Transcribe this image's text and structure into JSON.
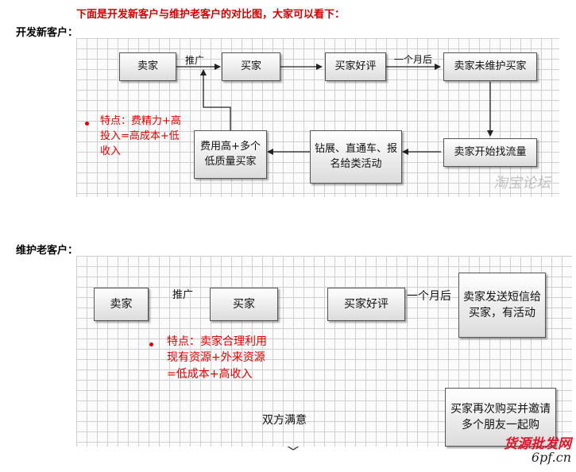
{
  "title": "下面是开发新客户与维护老客户的对比图，大家可以看下：",
  "section1": {
    "heading": "开发新客户：",
    "nodes": {
      "seller": "卖家",
      "buyer": "买家",
      "good_review": "买家好评",
      "no_maintain": "卖家未维护买家",
      "seek_traffic": "卖家开始找流量",
      "promo": "钻展、直通车、报名给类活动",
      "low_quality": "费用高+多个低质量买家"
    },
    "edge_labels": {
      "promote": "推广",
      "month": "一个月后"
    },
    "note": "特点：费精力+高投入=高成本+低收入"
  },
  "section2": {
    "heading": "维护老客户：",
    "nodes": {
      "seller": "卖家",
      "buyer": "买家",
      "good_review": "买家好评",
      "sms": "卖家发送短信给买家，有活动",
      "rebuy": "买家再次购买并邀请多个朋友一起购",
      "win_win": "双方满意"
    },
    "edge_labels": {
      "promote": "推广",
      "month": "一个月后"
    },
    "note": "特点：卖家合理利用现有资源+外来资源=低成本+高收入"
  },
  "watermarks": {
    "forum": "淘宝论坛",
    "site": "6pf.cn",
    "brand": "货源批发网"
  }
}
